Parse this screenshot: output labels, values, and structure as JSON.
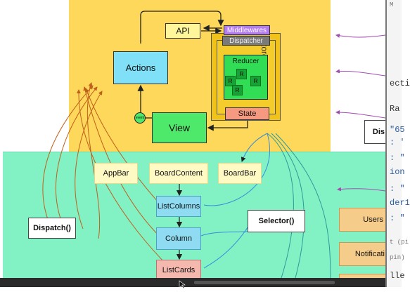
{
  "diagram": {
    "top": {
      "api": "API",
      "middlewares": "Middlewares",
      "dispatcher": "Dispatcher",
      "store": "Store",
      "reducer": "Reducer",
      "reducer_chips": [
        "R",
        "R",
        "R",
        "R"
      ],
      "state": "State",
      "actions": "Actions",
      "view": "View",
      "event": "event"
    },
    "bottom": {
      "appbar": "AppBar",
      "boardcontent": "BoardContent",
      "boardbar": "BoardBar",
      "listcolumns": "ListColumns",
      "column": "Column",
      "listcards": "ListCards",
      "dispatch": "Dispatch()",
      "selector": "Selector()",
      "users": "Users",
      "notifications": "Notificati"
    },
    "overlay_label": "Dis"
  },
  "side_panel": {
    "lines": [
      "M",
      "",
      "ecti",
      "Ra",
      "\"65",
      ": '",
      ": \"",
      "ion",
      ": \"",
      "der1",
      ": \"",
      "t (pi",
      "pin)",
      "lle"
    ]
  },
  "colors": {
    "yellow": "#fdd85a",
    "teal": "#82f2c4",
    "actions_blue": "#7fe0f7",
    "view_green": "#4ee86a",
    "reducer_green": "#31dd55",
    "middlewares_purple": "#b57cf2",
    "dispatcher_gray": "#7a7a7a",
    "state_salmon": "#f59a80",
    "arrow_orange": "#c0601c",
    "arrow_purple": "#a04fb0",
    "arrow_blue": "#3a8ad8"
  }
}
